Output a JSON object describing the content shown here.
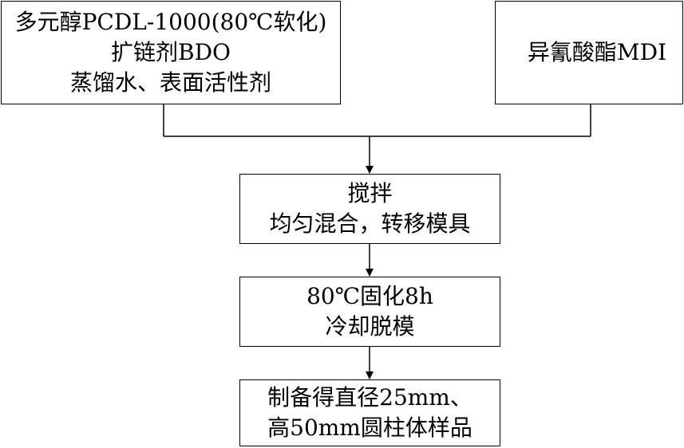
{
  "boxes": {
    "inputs": {
      "line1": "多元醇PCDL-1000(80℃软化)",
      "line2": "扩链剂BDO",
      "line3": "蒸馏水、表面活性剂"
    },
    "mdi": {
      "line1": "异氰酸酯MDI"
    },
    "mix": {
      "line1": "搅拌",
      "line2": "均匀混合，转移模具"
    },
    "cure": {
      "line1": "80℃固化8h",
      "line2": "冷却脱模"
    },
    "sample": {
      "line1": "制备得直径25mm、",
      "line2": "高50mm圆柱体样品"
    }
  }
}
